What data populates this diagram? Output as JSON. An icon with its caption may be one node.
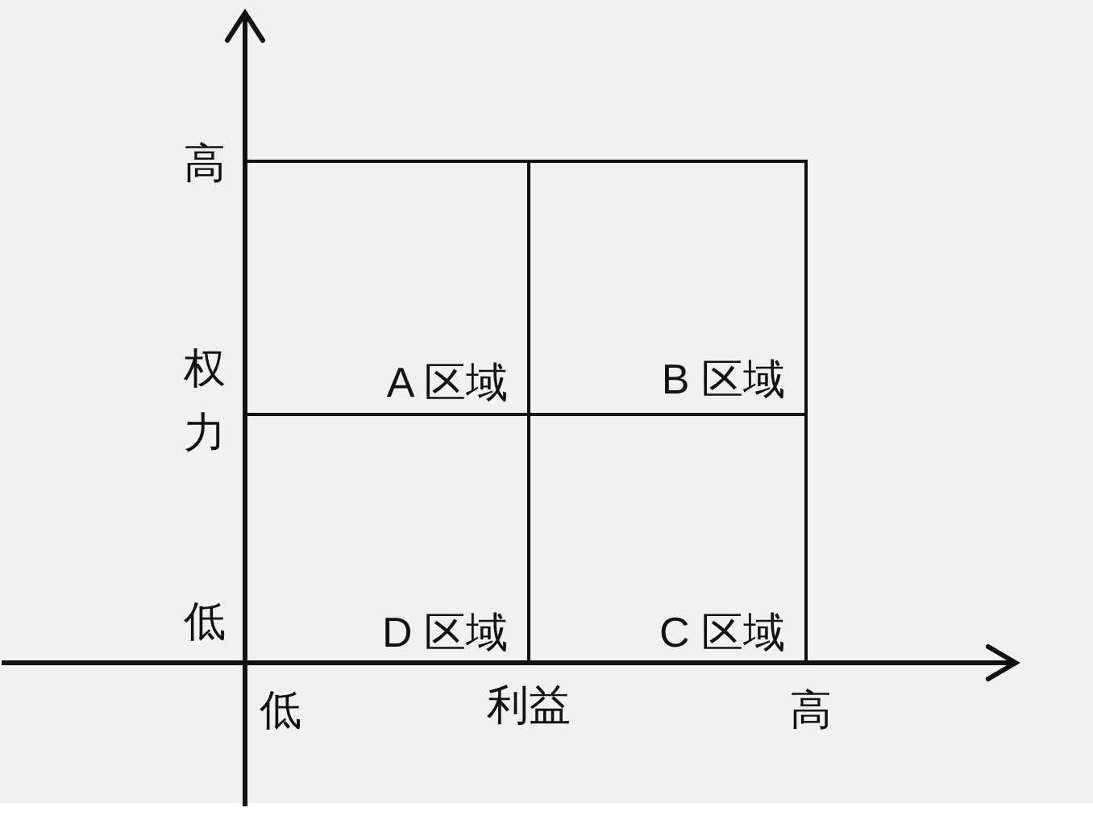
{
  "diagram": {
    "nodes": [
      {
        "text": [
          "A 区域"
        ]
      },
      {
        "text": [
          "B 区域"
        ]
      },
      {
        "text": [
          "D 区域"
        ]
      },
      {
        "text": [
          "C 区域"
        ]
      }
    ],
    "labels": [
      "高",
      "权力",
      "低",
      "低",
      "利益",
      "高"
    ]
  }
}
